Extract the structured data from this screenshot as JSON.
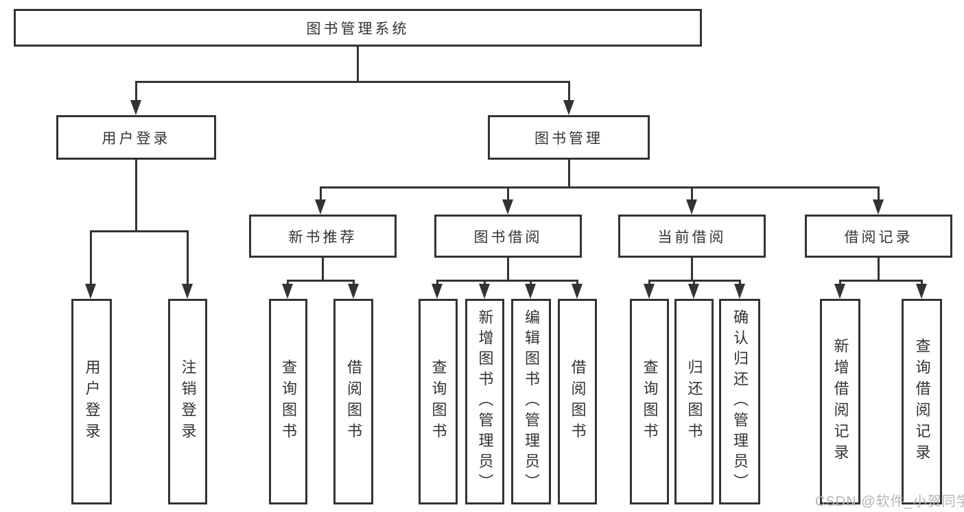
{
  "diagram": {
    "title": "图书管理系统",
    "colors": {
      "line": "#333333",
      "text": "#333333",
      "background": "#ffffff",
      "watermark": "#b5b5b5"
    },
    "watermark": "CSDN @软件_小贺同学",
    "tree": {
      "root": {
        "label": "图书管理系统"
      },
      "branches": [
        {
          "label": "用户登录",
          "leaves": [
            "用户登录",
            "注销登录"
          ]
        },
        {
          "label": "图书管理",
          "groups": [
            {
              "label": "新书推荐",
              "leaves": [
                "查询图书",
                "借阅图书"
              ]
            },
            {
              "label": "图书借阅",
              "leaves": [
                "查询图书",
                "新增图书（管理员）",
                "编辑图书（管理员）",
                "借阅图书"
              ]
            },
            {
              "label": "当前借阅",
              "leaves": [
                "查询图书",
                "归还图书",
                "确认归还（管理员）"
              ]
            },
            {
              "label": "借阅记录",
              "leaves": [
                "新增借阅记录",
                "查询借阅记录"
              ]
            }
          ]
        }
      ]
    }
  }
}
